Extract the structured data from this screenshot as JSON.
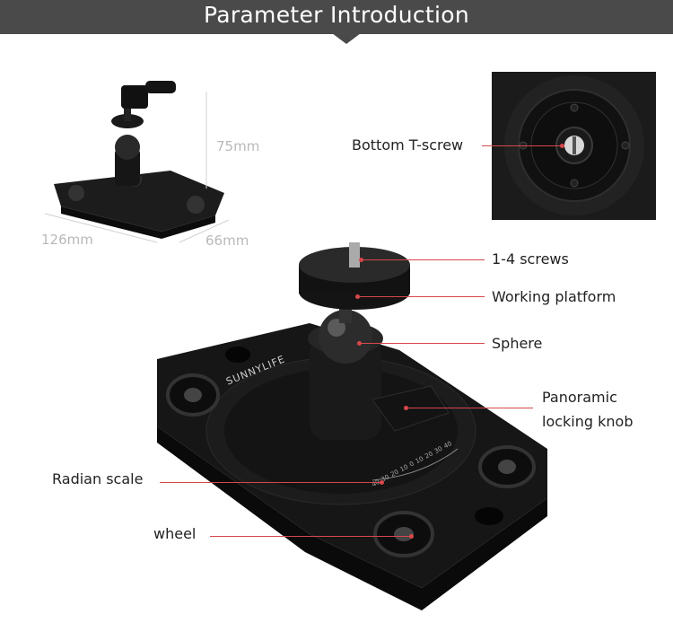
{
  "banner": {
    "title": "Parameter Introduction"
  },
  "dimensions": {
    "height": "75mm",
    "length": "126mm",
    "width": "66mm"
  },
  "callouts": {
    "bottom_t_screw": "Bottom T-screw",
    "screws": "1-4 screws",
    "working_platform": "Working platform",
    "sphere": "Sphere",
    "panoramic_line1": "Panoramic",
    "panoramic_line2": "locking knob",
    "radian_scale": "Radian scale",
    "wheel": "wheel"
  },
  "brand": {
    "logo_text": "SUNNYLIFE"
  },
  "scale_ticks": [
    "40",
    "30",
    "20",
    "10",
    "0",
    "10",
    "20",
    "30",
    "40"
  ],
  "colors": {
    "banner": "#4a4a4a",
    "leader_line": "#d8474b",
    "dimension_text": "#b9b9b9"
  }
}
